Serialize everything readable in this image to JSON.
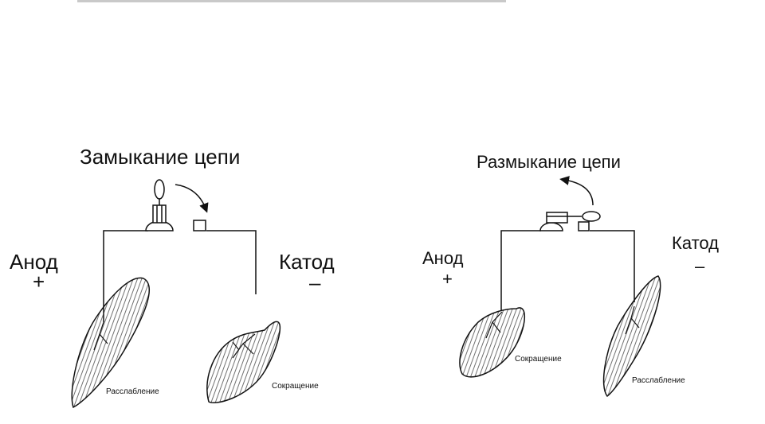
{
  "left_panel": {
    "title": "Замыкание цепи",
    "anode": "Анод",
    "anode_sign": "+",
    "cathode": "Катод",
    "cathode_sign": "–",
    "muscle_left_label": "Расслабление",
    "muscle_right_label": "Сокращение"
  },
  "right_panel": {
    "title": "Размыкание цепи",
    "anode": "Анод",
    "anode_sign": "+",
    "cathode": "Катод",
    "cathode_sign": "–",
    "muscle_left_label": "Сокращение",
    "muscle_right_label": "Расслабление"
  },
  "colors": {
    "ink": "#111111",
    "rule": "#c9c9c9",
    "background": "#ffffff"
  }
}
